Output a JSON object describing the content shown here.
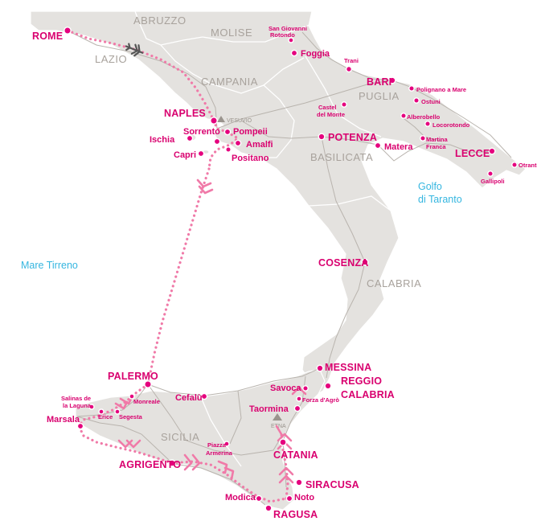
{
  "regions": {
    "abruzzo": "ABRUZZO",
    "molise": "MOLISE",
    "lazio": "LAZIO",
    "campania": "CAMPANIA",
    "puglia": "PUGLIA",
    "basilicata": "BASILICATA",
    "calabria": "CALABRIA",
    "sicilia": "SICILIA"
  },
  "seas": {
    "tirreno": "Mare Tirreno",
    "taranto_1": "Golfo",
    "taranto_2": "di Taranto"
  },
  "volcanoes": {
    "vesuvio": "VESUVIO",
    "etna": "ETNA"
  },
  "cities": {
    "rome": "ROME",
    "naples": "NAPLES",
    "palermo": "PALERMO",
    "agrigento": "AGRIGENTO",
    "catania": "CATANIA",
    "siracusa": "SIRACUSA",
    "ragusa": "RAGUSA",
    "messina": "MESSINA",
    "reggio_1": "REGGIO",
    "reggio_2": "CALABRIA",
    "cosenza": "COSENZA",
    "potenza": "POTENZA",
    "bari": "BARI",
    "lecce": "LECCE",
    "marsala": "Marsala",
    "foggia": "Foggia",
    "matera": "Matera",
    "ischia": "Ischia",
    "sorrento": "Sorrento",
    "pompeii": "Pompeii",
    "capri": "Capri",
    "amalfi": "Amalfi",
    "positano": "Positano",
    "cefalu": "Cefalù",
    "savoca": "Savoca",
    "taormina": "Taormina",
    "modica": "Modica",
    "noto": "Noto",
    "san_giovanni_1": "San Giovanni",
    "san_giovanni_2": "Rotondo",
    "trani": "Trani",
    "polignano": "Polignano a Mare",
    "ostuni": "Ostuni",
    "alberobello": "Alberobello",
    "locorotondo": "Locorotondo",
    "martina_1": "Martina",
    "martina_2": "Franca",
    "castel_1": "Castel",
    "castel_2": "del Monte",
    "otranto": "Otranto",
    "gallipoli": "Gallipoli",
    "salinas_1": "Salinas de",
    "salinas_2": "la Laguna",
    "monreale": "Monreale",
    "erice": "Erice",
    "segesta": "Segesta",
    "forza": "Forza d'Agrò",
    "piazza_1": "Piazza",
    "piazza_2": "Armerina"
  },
  "colors": {
    "land": "#e4e2df",
    "route": "#f07aa8",
    "city_dot": "#e5007e",
    "label": "#d9006f",
    "sea_label": "#35b6e0",
    "region_label": "#a8a29c"
  },
  "icons": {
    "airplane": "airplane-icon",
    "volcano": "volcano-icon",
    "chevron": "route-direction-chevron-icon"
  }
}
